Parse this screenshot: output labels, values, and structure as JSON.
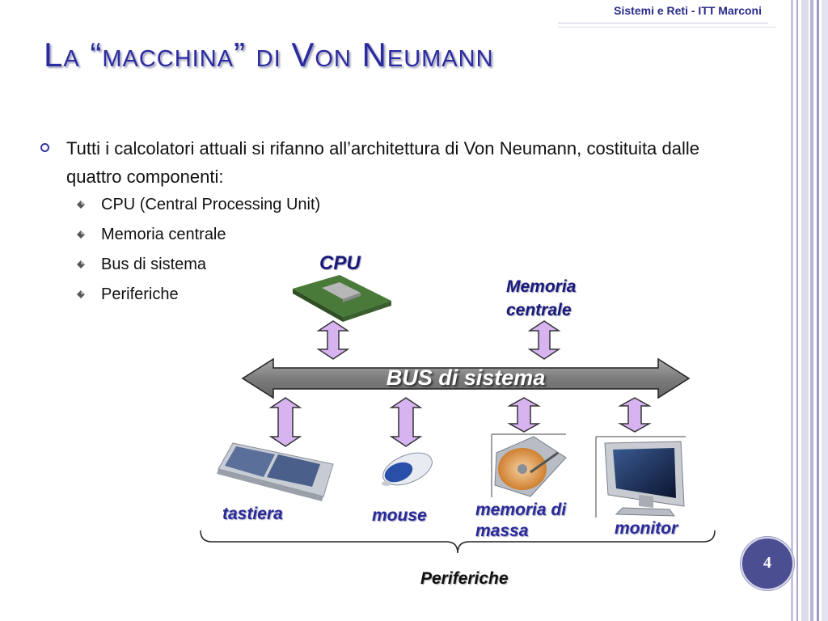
{
  "header": {
    "course": "Sistemi e Reti  - ITT Marconi"
  },
  "slide": {
    "title": "La “macchina” di Von Neumann",
    "intro": "Tutti i calcolatori attuali si rifanno all’architettura di Von Neumann, costituita dalle quattro componenti:",
    "components": [
      "CPU (Central Processing Unit)",
      "Memoria centrale",
      "Bus di sistema",
      "Periferiche"
    ],
    "page_number": "4"
  },
  "diagram": {
    "cpu_label": "CPU",
    "memory_label": "Memoria centrale",
    "bus_label": "BUS di sistema",
    "devices": [
      "tastiera",
      "mouse",
      "memoria di massa",
      "monitor"
    ],
    "peripherals_label": "Periferiche"
  },
  "colors": {
    "title": "#2b2ba0",
    "arrow_fill": "#d7b3f0",
    "bus_fill": "#8c8c8c",
    "page_badge": "#4c4e92"
  }
}
